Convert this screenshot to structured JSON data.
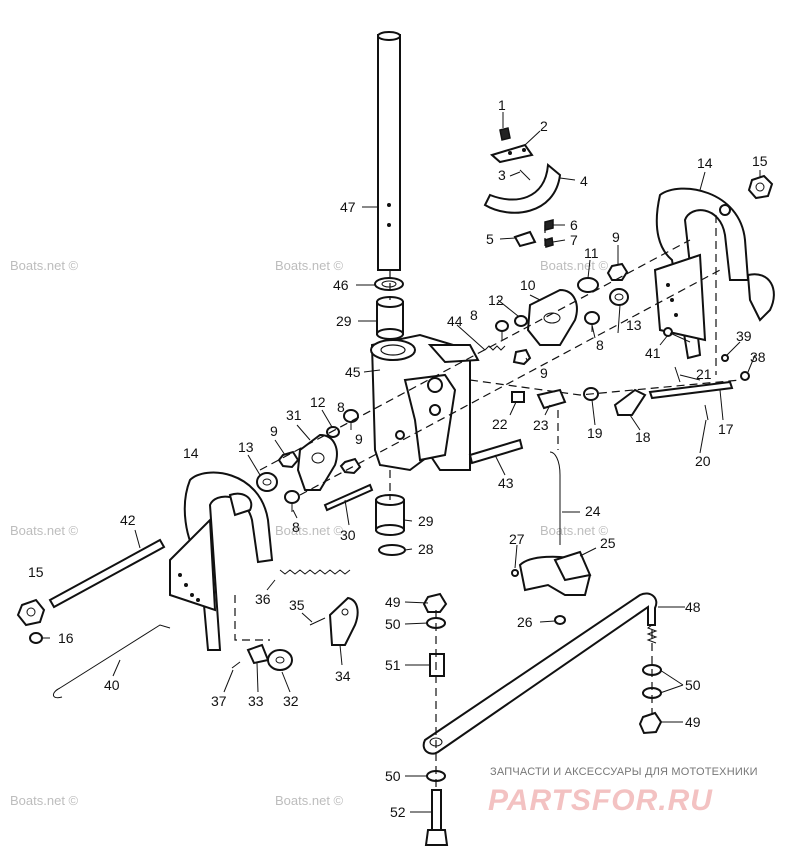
{
  "watermark": {
    "text": "Boats.net ©"
  },
  "shop": {
    "tagline": "ЗАПЧАСТИ И АКСЕССУАРЫ ДЛЯ МОТОТЕХНИКИ",
    "logo_text": "PARTSFOR.RU"
  },
  "callouts": [
    "1",
    "2",
    "3",
    "4",
    "5",
    "6",
    "7",
    "8",
    "9",
    "10",
    "11",
    "12",
    "13",
    "14",
    "15",
    "16",
    "17",
    "18",
    "19",
    "20",
    "21",
    "22",
    "23",
    "24",
    "25",
    "26",
    "27",
    "28",
    "29",
    "30",
    "31",
    "32",
    "33",
    "34",
    "35",
    "36",
    "37",
    "38",
    "39",
    "40",
    "41",
    "42",
    "43",
    "44",
    "45",
    "46",
    "47",
    "48",
    "49",
    "50",
    "51",
    "52"
  ]
}
